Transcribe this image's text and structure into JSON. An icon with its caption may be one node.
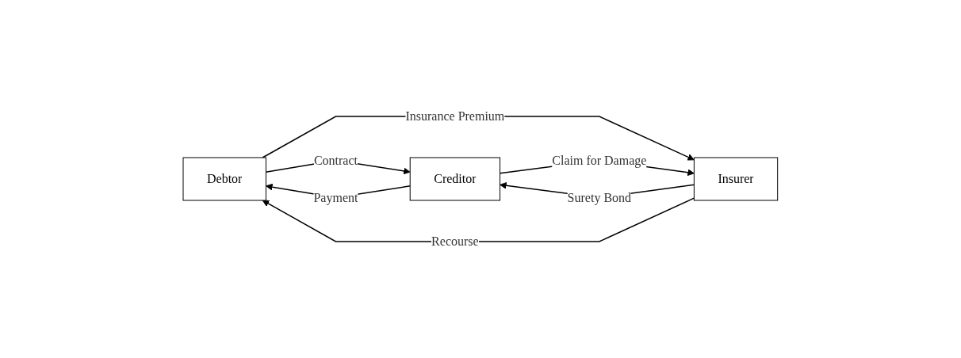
{
  "diagram": {
    "nodes": [
      {
        "text": [
          "Debtor"
        ]
      },
      {
        "text": [
          "Creditor"
        ]
      },
      {
        "text": [
          "Insurer"
        ]
      }
    ],
    "edges": [
      {
        "from": 0,
        "to": 1,
        "arrow": "to",
        "label": "Contract"
      },
      {
        "from": 1,
        "to": 0,
        "arrow": "to",
        "label": "Payment"
      },
      {
        "from": 0,
        "to": 2,
        "arrow": "to",
        "label": "Insurance Premium"
      },
      {
        "from": 1,
        "to": 2,
        "arrow": "to",
        "label": "Claim for Damage"
      },
      {
        "from": 2,
        "to": 1,
        "arrow": "to",
        "label": "Surety Bond"
      },
      {
        "from": 2,
        "to": 0,
        "arrow": "to",
        "label": "Recourse"
      }
    ]
  }
}
